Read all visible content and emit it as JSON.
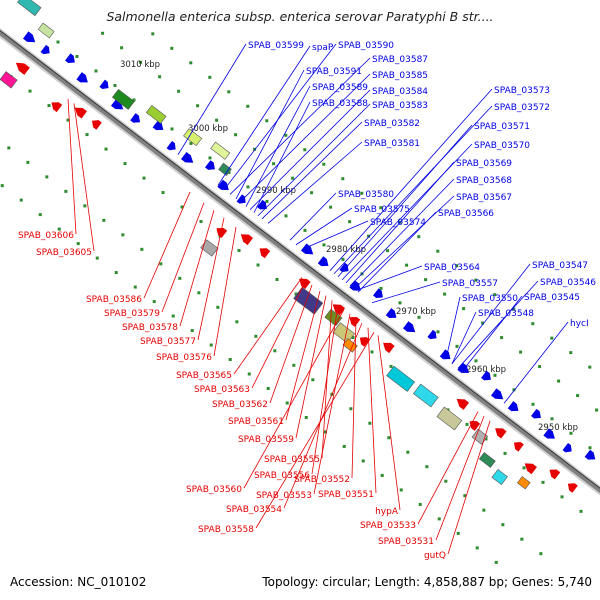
{
  "title": "Salmonella enterica subsp. enterica serovar Paratyphi B str....",
  "footer": {
    "accession": "Accession: NC_010102",
    "stats": "Topology: circular; Length: 4,858,887 bp; Genes: 5,740"
  },
  "ticks": [
    "3010 kbp",
    "3000 kbp",
    "2990 kbp",
    "2980 kbp",
    "2970 kbp",
    "2960 kbp",
    "2950 kbp"
  ],
  "colors": {
    "forward_strand": "#0000e6",
    "reverse_strand": "#e60000",
    "backbone": "#808080",
    "tick_dots": "#2e8b2e"
  },
  "labels_top": [
    "SPAB_03599",
    "spaP",
    "SPAB_03590",
    "SPAB_03587",
    "SPAB_03591",
    "SPAB_03585",
    "SPAB_03589",
    "SPAB_03584",
    "SPAB_03588",
    "SPAB_03583",
    "SPAB_03582",
    "SPAB_03581",
    "SPAB_03573",
    "SPAB_03572",
    "SPAB_03571",
    "SPAB_03570",
    "SPAB_03569",
    "SPAB_03568",
    "SPAB_03567",
    "SPAB_03566",
    "SPAB_03580",
    "SPAB_03575",
    "SPAB_03574",
    "SPAB_03564",
    "SPAB_03557",
    "SPAB_03550",
    "SPAB_03548",
    "SPAB_03547",
    "SPAB_03546",
    "SPAB_03545",
    "hycI"
  ],
  "labels_bottom": [
    "SPAB_03606",
    "SPAB_03605",
    "SPAB_03586",
    "SPAB_03579",
    "SPAB_03578",
    "SPAB_03577",
    "SPAB_03576",
    "SPAB_03565",
    "SPAB_03563",
    "SPAB_03562",
    "SPAB_03561",
    "SPAB_03559",
    "SPAB_03555",
    "SPAB_03556",
    "SPAB_03560",
    "SPAB_03553",
    "SPAB_03552",
    "SPAB_03554",
    "SPAB_03551",
    "SPAB_03558",
    "hypA",
    "SPAB_03533",
    "SPAB_03531",
    "gutQ"
  ]
}
